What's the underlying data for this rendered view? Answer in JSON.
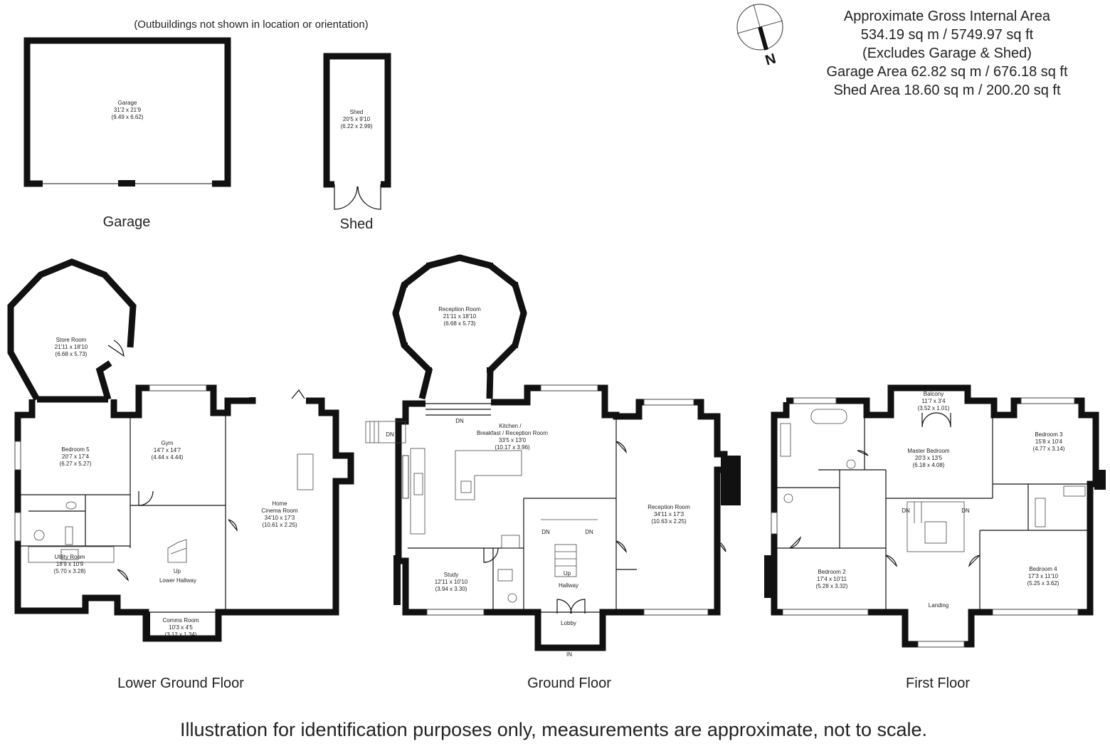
{
  "header": {
    "note": "(Outbuildings not shown in location or orientation)",
    "area_lines": [
      "Approximate Gross Internal Area",
      "534.19 sq m / 5749.97 sq ft",
      "(Excludes Garage & Shed)",
      "Garage Area 62.82 sq m / 676.18 sq ft",
      "Shed Area  18.60 sq m / 200.20 sq ft"
    ],
    "compass_label": "N"
  },
  "outbuildings": {
    "garage": {
      "name": "Garage",
      "dims_imperial": "31'2 x 21'9",
      "dims_metric": "(9.49 x 6.62)",
      "label": "Garage"
    },
    "shed": {
      "name": "Shed",
      "dims_imperial": "20'5 x 9'10",
      "dims_metric": "(6.22 x 2.99)",
      "label": "Shed"
    }
  },
  "floors": {
    "lower": {
      "label": "Lower Ground Floor",
      "rooms": {
        "store": {
          "name": "Store Room",
          "dims_imperial": "21'11 x 18'10",
          "dims_metric": "(6.68 x 5.73)"
        },
        "bedroom5": {
          "name": "Bedroom 5",
          "dims_imperial": "20'7 x 17'4",
          "dims_metric": "(6.27 x 5.27)"
        },
        "gym": {
          "name": "Gym",
          "dims_imperial": "14'7 x 14'7",
          "dims_metric": "(4.44 x 4.44)"
        },
        "cinema": {
          "name_1": "Home",
          "name_2": "Cinema Room",
          "dims_imperial": "34'10 x 17'3",
          "dims_metric": "(10.61 x 2.25)"
        },
        "utility": {
          "name": "Utility Room",
          "dims_imperial": "18'9 x 10'9",
          "dims_metric": "(5.70 x 3.28)"
        },
        "hallway": {
          "name": "Lower Hallway",
          "stair_label": "Up"
        },
        "comms": {
          "name": "Comms Room",
          "dims_imperial": "10'3 x 4'5",
          "dims_metric": "(3.12 x 1.34)"
        }
      }
    },
    "ground": {
      "label": "Ground Floor",
      "rooms": {
        "reception_round": {
          "name": "Reception Room",
          "dims_imperial": "21'11 x 18'10",
          "dims_metric": "(6.68 x 5.73)"
        },
        "kitchen": {
          "name_1": "Kitchen /",
          "name_2": "Breakfast / Reception Room",
          "dims_imperial": "33'5 x 13'0",
          "dims_metric": "(10.17 x 3.96)"
        },
        "reception": {
          "name": "Reception Room",
          "dims_imperial": "34'11 x 17'3",
          "dims_metric": "(10.63 x 2.25)"
        },
        "study": {
          "name": "Study",
          "dims_imperial": "12'11 x 10'10",
          "dims_metric": "(3.94 x 3.30)"
        },
        "hallway": {
          "name": "Hallway",
          "stair_label": "Up"
        },
        "lobby": {
          "name": "Lobby",
          "entry": "IN"
        }
      },
      "marks": {
        "dn": "DN"
      }
    },
    "first": {
      "label": "First Floor",
      "rooms": {
        "balcony": {
          "name": "Balcony",
          "dims_imperial": "11'7 x 3'4",
          "dims_metric": "(3.52 x 1.01)"
        },
        "master": {
          "name": "Master Bedroom",
          "dims_imperial": "20'3 x 13'5",
          "dims_metric": "(6.18 x 4.08)"
        },
        "bedroom3": {
          "name": "Bedroom 3",
          "dims_imperial": "15'8 x 10'4",
          "dims_metric": "(4.77 x 3.14)"
        },
        "bedroom2": {
          "name": "Bedroom 2",
          "dims_imperial": "17'4 x 10'11",
          "dims_metric": "(5.28 x 3.32)"
        },
        "bedroom4": {
          "name": "Bedroom 4",
          "dims_imperial": "17'3 x 11'10",
          "dims_metric": "(5.25 x 3.62)"
        },
        "landing": {
          "name": "Landing"
        }
      },
      "marks": {
        "dn": "DN"
      }
    }
  },
  "disclaimer": "Illustration for identification purposes only, measurements are approximate, not to scale."
}
